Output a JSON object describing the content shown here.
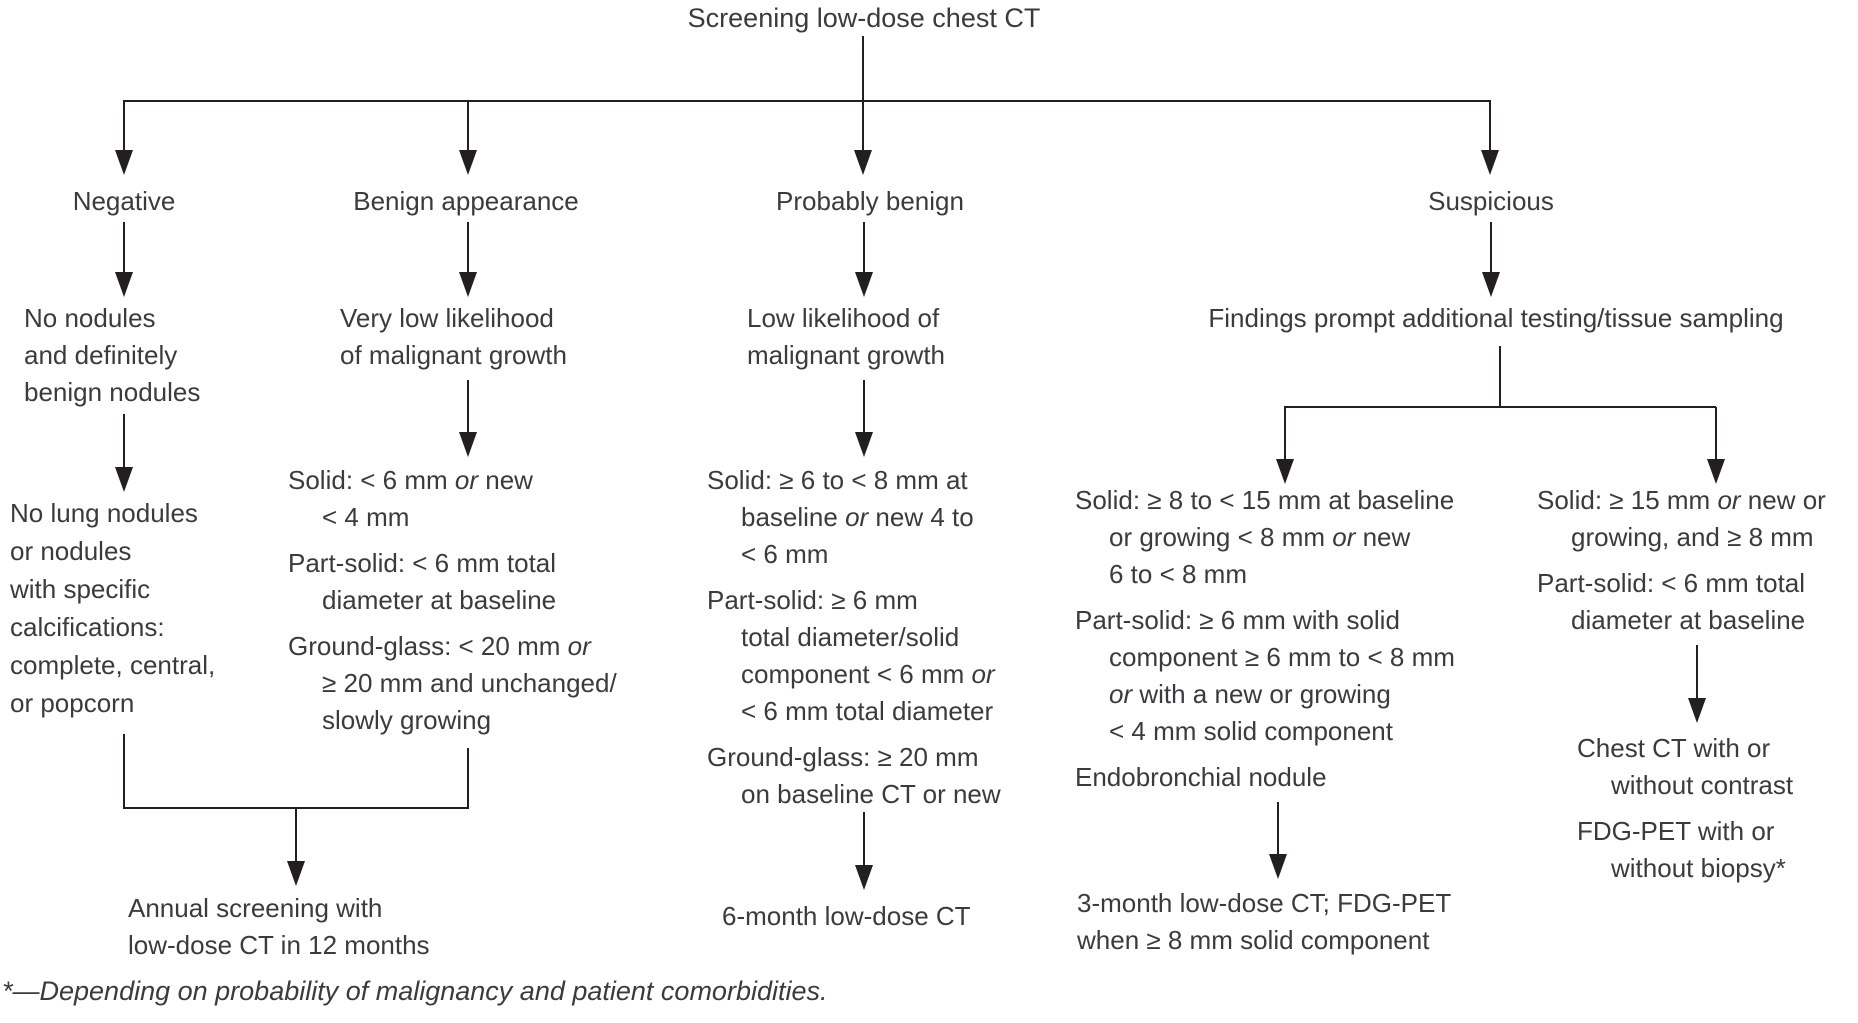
{
  "title": "Screening low-dose chest CT",
  "branches": {
    "negative": {
      "label": "Negative",
      "summary": [
        "No nodules",
        "and definitely",
        "benign nodules"
      ],
      "criteria": [
        "No lung nodules",
        "or nodules",
        "with specific",
        "calcifications:",
        "complete, central,",
        "or popcorn"
      ]
    },
    "benign": {
      "label": "Benign appearance",
      "summary": [
        "Very low likelihood",
        "of malignant growth"
      ],
      "criteria": [
        "Solid: < 6 mm *or* new",
        "< 4 mm",
        "Part-solid: < 6 mm total",
        "diameter at baseline",
        "Ground-glass: < 20 mm *or*",
        "≥ 20 mm and unchanged/",
        "slowly growing"
      ]
    },
    "probably_benign": {
      "label": "Probably benign",
      "summary": [
        "Low likelihood of",
        "malignant growth"
      ],
      "criteria": [
        "Solid: ≥ 6 to < 8 mm at",
        "baseline *or* new 4 to",
        "< 6 mm",
        "Part-solid: ≥ 6 mm",
        "total diameter/solid",
        "component < 6 mm *or*",
        "< 6 mm total diameter",
        "Ground-glass: ≥ 20 mm",
        "on baseline CT or new"
      ],
      "outcome": [
        "6-month low-dose CT"
      ]
    },
    "suspicious": {
      "label": "Suspicious",
      "summary": "Findings prompt additional testing/tissue sampling",
      "left": {
        "criteria": [
          "Solid: ≥ 8 to < 15 mm at baseline",
          "or growing < 8 mm *or* new",
          "6 to < 8 mm",
          "Part-solid: ≥ 6 mm with solid",
          "component ≥ 6 mm to < 8 mm",
          "*or* with a new or growing",
          "< 4 mm solid component",
          "Endobronchial nodule"
        ],
        "outcome": [
          "3-month low-dose CT; FDG-PET",
          "when ≥ 8 mm solid component"
        ]
      },
      "right": {
        "criteria": [
          "Solid: ≥ 15 mm *or* new or",
          "growing, and ≥ 8 mm",
          "Part-solid: < 6 mm total",
          "diameter at baseline"
        ],
        "outcome": [
          "Chest CT with or",
          "without contrast",
          "FDG-PET with or",
          "without biopsy*"
        ]
      }
    }
  },
  "negative_benign_outcome": [
    "Annual screening with",
    "low-dose CT in 12 months"
  ],
  "footnote": "*—Depending on probability of malignancy and patient comorbidities.",
  "colors": {
    "line": "#231f20",
    "text": "#3b3b3d",
    "background": "#ffffff"
  }
}
